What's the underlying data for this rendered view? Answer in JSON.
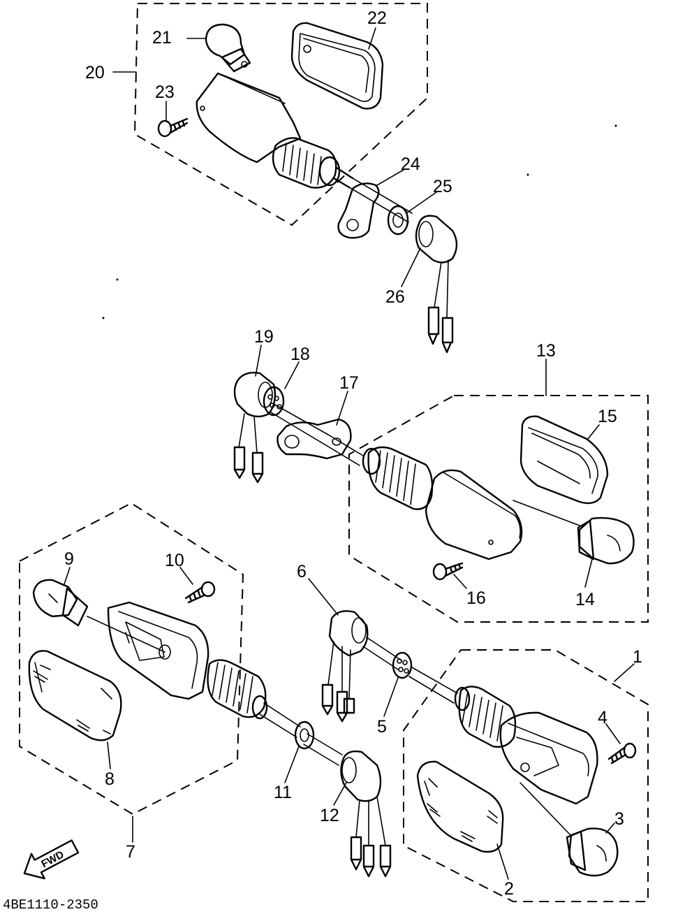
{
  "diagram": {
    "code": "4BE1110-2350",
    "direction_label": "FWD",
    "part_labels": [
      "1",
      "2",
      "3",
      "4",
      "5",
      "6",
      "7",
      "8",
      "9",
      "10",
      "11",
      "12",
      "13",
      "14",
      "15",
      "16",
      "17",
      "18",
      "19",
      "20",
      "21",
      "22",
      "23",
      "24",
      "25",
      "26"
    ]
  }
}
